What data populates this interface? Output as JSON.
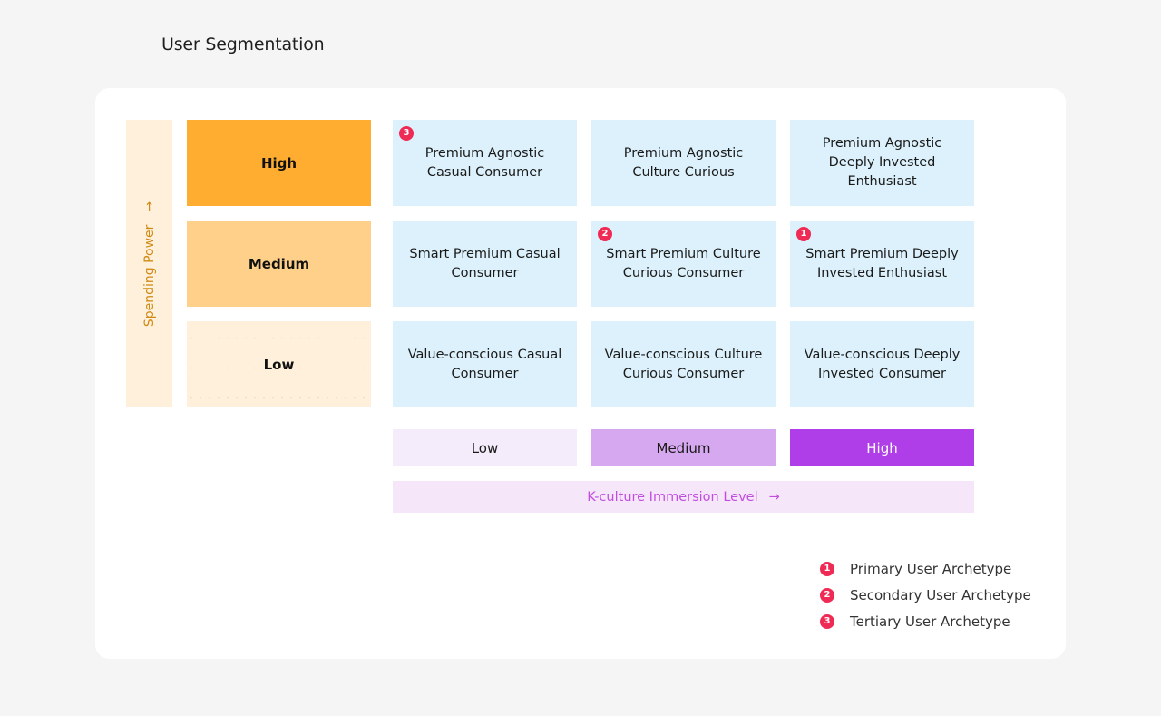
{
  "title": "User Segmentation",
  "y_axis": {
    "label": "Spending Power",
    "arrow": "→"
  },
  "x_axis": {
    "label": "K-culture Immersion Level",
    "arrow": "→"
  },
  "spending_levels": [
    "High",
    "Medium",
    "Low"
  ],
  "immersion_levels": [
    "Low",
    "Medium",
    "High"
  ],
  "cells": [
    [
      {
        "label": "Premium Agnostic Casual Consumer",
        "badge": "3"
      },
      {
        "label": "Premium Agnostic Culture Curious",
        "badge": ""
      },
      {
        "label": "Premium Agnostic Deeply Invested Enthusiast",
        "badge": ""
      }
    ],
    [
      {
        "label": "Smart Premium Casual Consumer",
        "badge": ""
      },
      {
        "label": "Smart Premium Culture Curious Consumer",
        "badge": "2"
      },
      {
        "label": "Smart Premium Deeply Invested Enthusiast",
        "badge": "1"
      }
    ],
    [
      {
        "label": "Value-conscious Casual Consumer",
        "badge": ""
      },
      {
        "label": "Value-conscious Culture Curious Consumer",
        "badge": ""
      },
      {
        "label": "Value-conscious Deeply Invested Consumer",
        "badge": ""
      }
    ]
  ],
  "legend": [
    {
      "badge": "1",
      "label": "Primary User Archetype"
    },
    {
      "badge": "2",
      "label": "Secondary User Archetype"
    },
    {
      "badge": "3",
      "label": "Tertiary User Archetype"
    }
  ],
  "colors": {
    "badge": "#ee2a55",
    "spending_high": "#ffad30",
    "spending_medium": "#ffd08a",
    "spending_low": "#fff0dc",
    "cell": "#dcf1fb",
    "immersion_low": "#f4ecfb",
    "immersion_medium": "#d6a8ef",
    "immersion_high": "#b03ee8"
  }
}
